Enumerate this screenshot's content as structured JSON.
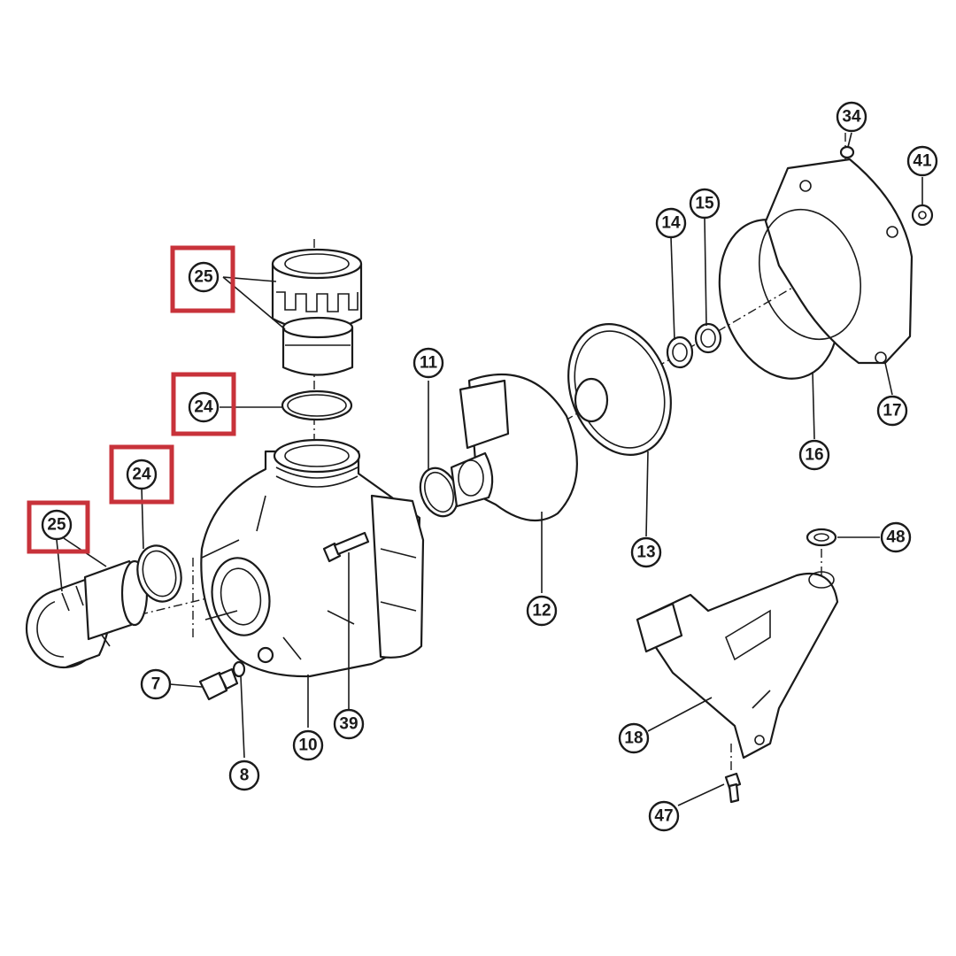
{
  "highlight_color": "#c8323a",
  "callouts": {
    "c25_top": "25",
    "c24_top": "24",
    "c24_left": "24",
    "c25_left": "25",
    "c7": "7",
    "c8": "8",
    "c10": "10",
    "c39": "39",
    "c11": "11",
    "c12": "12",
    "c13": "13",
    "c14": "14",
    "c15": "15",
    "c16": "16",
    "c17": "17",
    "c34": "34",
    "c41": "41",
    "c48": "48",
    "c18": "18",
    "c47": "47"
  }
}
